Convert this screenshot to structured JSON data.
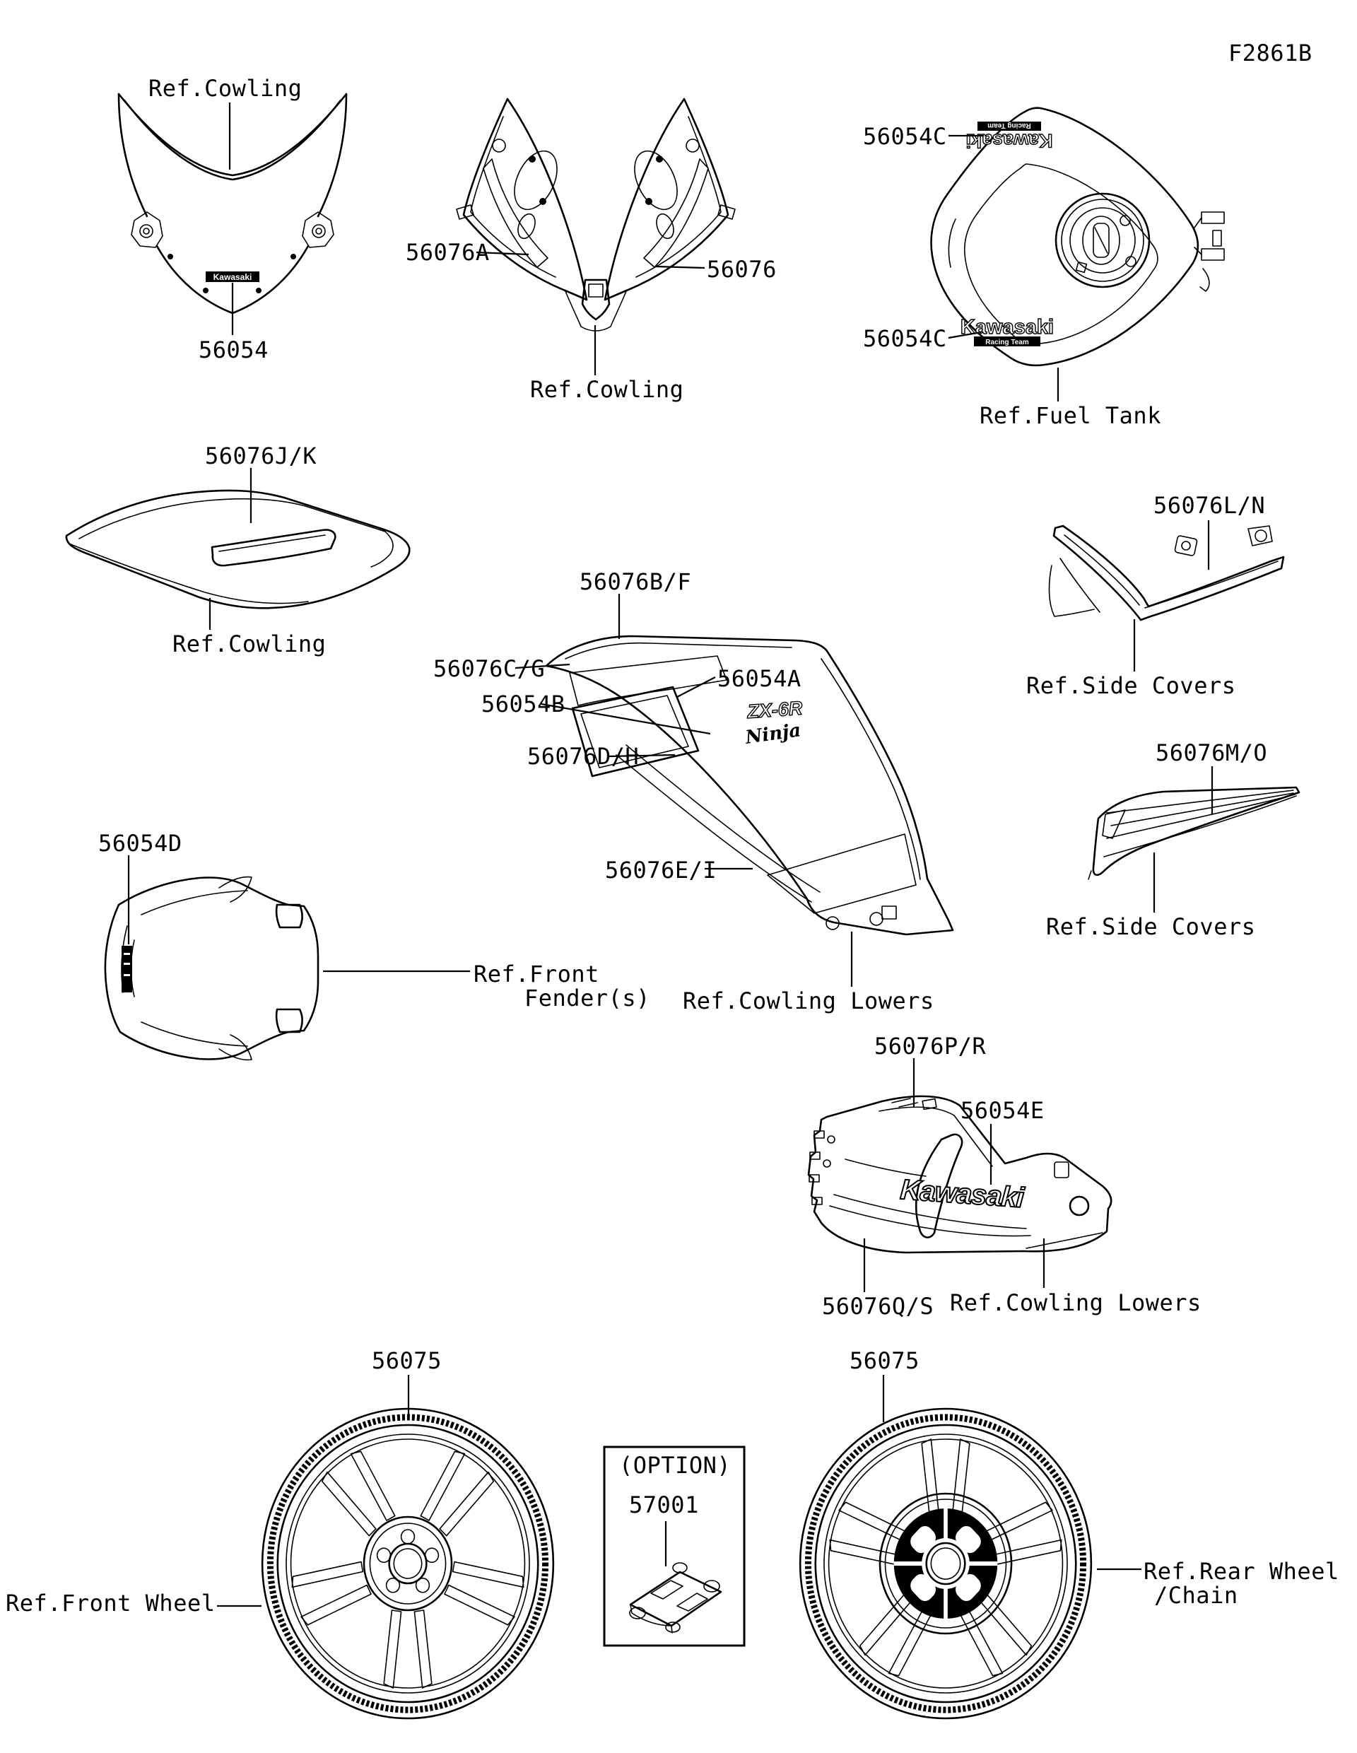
{
  "diagram": {
    "figure_code": "F2861B",
    "windshield": {
      "part": "56054",
      "ref": "Ref.Cowling"
    },
    "upper_cowling": {
      "part_left": "56076A",
      "part_right": "56076",
      "ref": "Ref.Cowling"
    },
    "fuel_tank": {
      "part_top": "56054C",
      "part_bottom": "56054C",
      "ref": "Ref.Fuel Tank"
    },
    "seat_cowling": {
      "part": "56076J/K",
      "ref": "Ref.Cowling"
    },
    "mid_cowling": {
      "part_top": "56076B/F",
      "part_upper_left": "56076C/G",
      "part_right": "56054A",
      "part_left": "56054B",
      "part_middle": "56076D/H",
      "part_lower": "56076E/I",
      "ref": "Ref.Cowling Lowers"
    },
    "side_cover_upper": {
      "part": "56076L/N",
      "ref": "Ref.Side Covers"
    },
    "side_cover_lower": {
      "part": "56076M/O",
      "ref": "Ref.Side Covers"
    },
    "front_fender": {
      "part": "56054D",
      "ref_line1": "Ref.Front",
      "ref_line2": "Fender(s)"
    },
    "cowling_lowers": {
      "part_top": "56076P/R",
      "part_right": "56054E",
      "part_bottom": "56076Q/S",
      "ref": "Ref.Cowling Lowers"
    },
    "front_wheel": {
      "part": "56075",
      "ref": "Ref.Front Wheel"
    },
    "rear_wheel": {
      "part": "56075",
      "ref_line1": "Ref.Rear Wheel",
      "ref_line2": "/Chain"
    },
    "option": {
      "title": "(OPTION)",
      "part": "57001"
    },
    "decals": {
      "kawasaki": "Kawasaki",
      "racing_team": "Racing Team",
      "zx6r": "ZX-6R",
      "ninja": "Ninja"
    }
  }
}
